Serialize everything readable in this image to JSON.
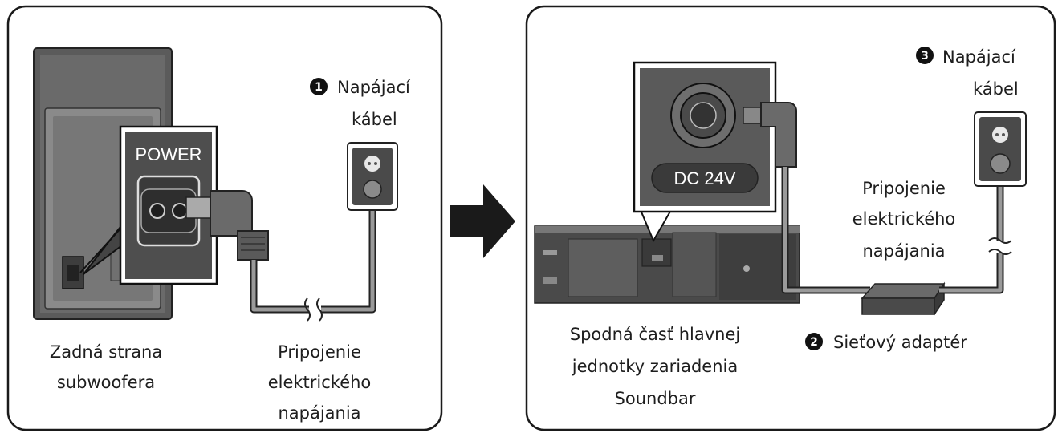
{
  "left_panel": {
    "port_label": "POWER",
    "step": {
      "number": "1",
      "label_line1": "Napájací",
      "label_line2": "kábel"
    },
    "device_caption": {
      "line1": "Zadná strana",
      "line2": "subwoofera"
    },
    "connection_caption": {
      "line1": "Pripojenie",
      "line2": "elektrického",
      "line3": "napájania"
    }
  },
  "right_panel": {
    "port_label": "DC 24V",
    "step_cable": {
      "number": "3",
      "label_line1": "Napájací",
      "label_line2": "kábel"
    },
    "connection_caption": {
      "line1": "Pripojenie",
      "line2": "elektrického",
      "line3": "napájania"
    },
    "step_adapter": {
      "number": "2",
      "label": "Sieťový adaptér"
    },
    "device_caption": {
      "line1": "Spodná časť hlavnej",
      "line2": "jednotky zariadenia",
      "line3": "Soundbar"
    }
  },
  "icons": {
    "arrow": "right-arrow-icon",
    "outlet": "wall-outlet-icon",
    "break": "cable-break-icon"
  },
  "colors": {
    "outline": "#1a1a1a",
    "device_dark": "#4a4a4a",
    "device_mid": "#6e6e6e",
    "cable": "#9a9a9a",
    "panel_bg": "#ffffff"
  }
}
